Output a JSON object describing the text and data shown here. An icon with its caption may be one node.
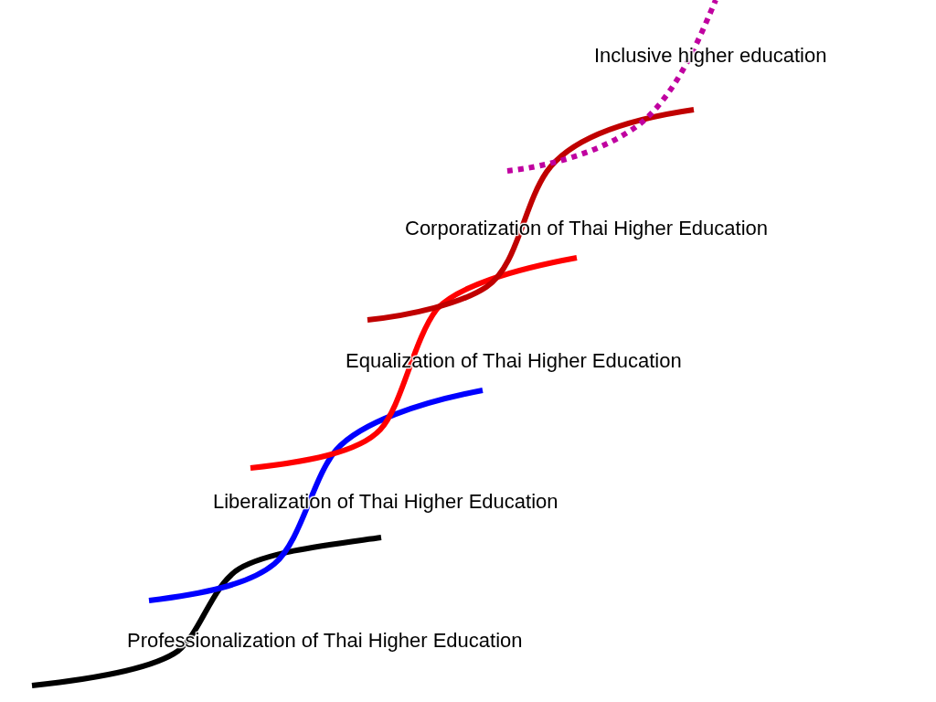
{
  "diagram": {
    "labels": [
      "Inclusive higher education",
      "Corporatization of Thai Higher Education",
      "Equalization of Thai Higher Education",
      "Liberalization of Thai Higher Education",
      "Professionalization of Thai Higher Education"
    ]
  }
}
